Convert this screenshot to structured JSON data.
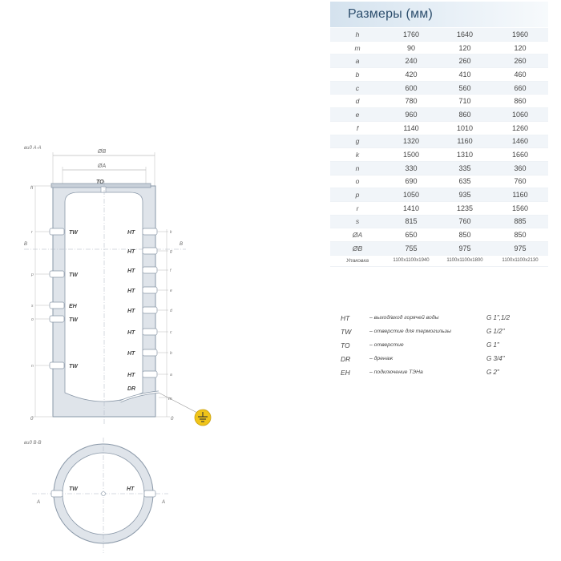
{
  "table": {
    "title": "Размеры (мм)",
    "rows": [
      {
        "label": "h",
        "v": [
          "1760",
          "1640",
          "1960"
        ]
      },
      {
        "label": "m",
        "v": [
          "90",
          "120",
          "120"
        ]
      },
      {
        "label": "a",
        "v": [
          "240",
          "260",
          "260"
        ]
      },
      {
        "label": "b",
        "v": [
          "420",
          "410",
          "460"
        ]
      },
      {
        "label": "c",
        "v": [
          "600",
          "560",
          "660"
        ]
      },
      {
        "label": "d",
        "v": [
          "780",
          "710",
          "860"
        ]
      },
      {
        "label": "e",
        "v": [
          "960",
          "860",
          "1060"
        ]
      },
      {
        "label": "f",
        "v": [
          "1140",
          "1010",
          "1260"
        ]
      },
      {
        "label": "g",
        "v": [
          "1320",
          "1160",
          "1460"
        ]
      },
      {
        "label": "k",
        "v": [
          "1500",
          "1310",
          "1660"
        ]
      },
      {
        "label": "n",
        "v": [
          "330",
          "335",
          "360"
        ]
      },
      {
        "label": "o",
        "v": [
          "690",
          "635",
          "760"
        ]
      },
      {
        "label": "p",
        "v": [
          "1050",
          "935",
          "1160"
        ]
      },
      {
        "label": "r",
        "v": [
          "1410",
          "1235",
          "1560"
        ]
      },
      {
        "label": "s",
        "v": [
          "815",
          "760",
          "885"
        ]
      },
      {
        "label": "ØA",
        "v": [
          "650",
          "850",
          "850"
        ]
      },
      {
        "label": "ØB",
        "v": [
          "755",
          "975",
          "975"
        ]
      }
    ],
    "packaging": {
      "label": "Упаковка",
      "v": [
        "1100x1100x1940",
        "1100x1100x1800",
        "1100x1100x2130"
      ]
    }
  },
  "legend": [
    {
      "code": "HT",
      "desc": "– выход/вход горячей воды",
      "size": "G 1\",1/2"
    },
    {
      "code": "TW",
      "desc": "– отверстие для термогильзы",
      "size": "G 1/2\""
    },
    {
      "code": "TO",
      "desc": "– отверстие",
      "size": "G 1\""
    },
    {
      "code": "DR",
      "desc": "– дренаж",
      "size": "G 3/4\""
    },
    {
      "code": "EH",
      "desc": "– подключение ТЭНа",
      "size": "G 2\""
    }
  ],
  "drawing": {
    "section_aa": "вид А-А",
    "section_bb": "вид В-В",
    "dia_b": "ØB",
    "dia_a": "ØA",
    "to": "TO",
    "h": "h",
    "zero_left": "0",
    "zero_right": "0",
    "b_left": "B",
    "b_right": "B",
    "a_left": "A",
    "a_right": "A",
    "dr": "DR",
    "left_ports": [
      {
        "label": "TW",
        "dim": "r"
      },
      {
        "label": "TW",
        "dim": "p"
      },
      {
        "label": "EH",
        "dim": "s"
      },
      {
        "label": "TW",
        "dim": "o"
      },
      {
        "label": "TW",
        "dim": "n"
      }
    ],
    "right_ports": [
      {
        "label": "HT",
        "dim": "k"
      },
      {
        "label": "HT",
        "dim": "g"
      },
      {
        "label": "HT",
        "dim": "f"
      },
      {
        "label": "HT",
        "dim": "e"
      },
      {
        "label": "HT",
        "dim": "d"
      },
      {
        "label": "HT",
        "dim": "c"
      },
      {
        "label": "HT",
        "dim": "b"
      },
      {
        "label": "HT",
        "dim": "a"
      }
    ],
    "m_dim": "m",
    "plan_tw": "TW",
    "plan_ht": "HT"
  },
  "colors": {
    "tank_fill": "#dfe4ea",
    "tank_stroke": "#8a98a8",
    "accent_yellow": "#f0c419",
    "title_blue": "#2e4f6e"
  },
  "icons": [
    "ground-icon"
  ]
}
